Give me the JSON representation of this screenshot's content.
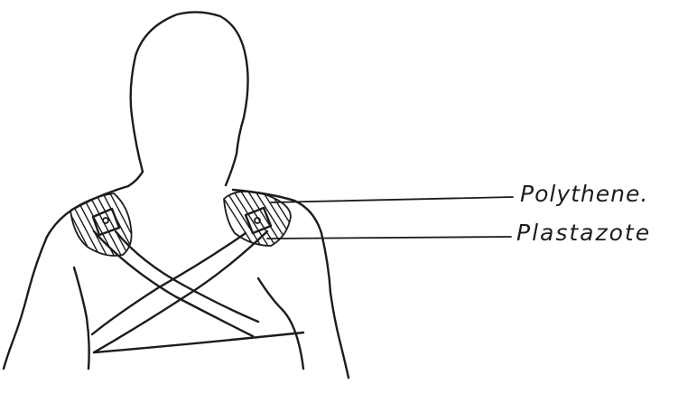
{
  "diagram": {
    "labels": [
      {
        "id": "polythene",
        "text": "Polythene."
      },
      {
        "id": "plastazote",
        "text": "Plastazote"
      }
    ]
  }
}
